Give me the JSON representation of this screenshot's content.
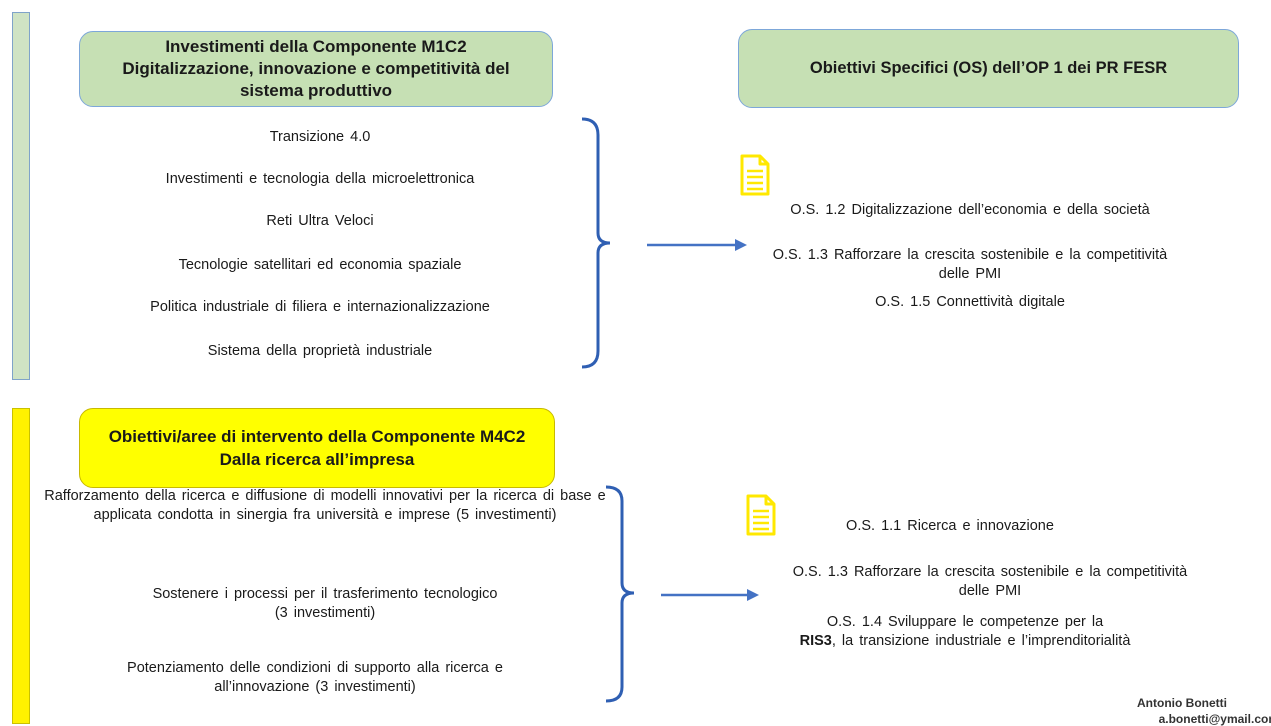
{
  "top": {
    "header": "Investimenti della Componente M1C2 Digitalizzazione, innovazione e competitività del sistema produttivo",
    "items": [
      "Transizione 4.0",
      "Investimenti e tecnologia della microelettronica",
      "Reti Ultra Veloci",
      "Tecnologie satellitari ed economia spaziale",
      "Politica industriale di filiera e internazionalizzazione",
      "Sistema della proprietà industriale"
    ],
    "objectives_header": "Obiettivi Specifici (OS) dell’OP 1 dei PR FESR",
    "objectives": [
      "O.S. 1.2 Digitalizzazione dell’economia e della società",
      "O.S. 1.3 Rafforzare la crescita sostenibile e la competitività delle PMI",
      "O.S. 1.5 Connettività digitale"
    ]
  },
  "bottom": {
    "header": "Obiettivi/aree di intervento della Componente M4C2 Dalla ricerca all’impresa",
    "items": [
      "Rafforzamento della ricerca e diffusione di modelli innovativi per la ricerca di base e applicata condotta in sinergia fra università e imprese (5 investimenti)",
      "Sostenere i processi per il trasferimento tecnologico (3 investimenti)",
      "Potenziamento delle condizioni di supporto alla ricerca e all’innovazione (3 investimenti)"
    ],
    "objectives": [
      "O.S. 1.1 Ricerca e innovazione",
      "O.S. 1.3 Rafforzare la crescita sostenibile e la competitività delle PMI",
      "O.S. 1.4 Sviluppare le competenze per la",
      "RIS3",
      ", la transizione industriale e l’imprenditorialità"
    ]
  },
  "footer": {
    "author": "Antonio Bonetti",
    "email": "a.bonetti@ymail.com"
  },
  "colors": {
    "green_fill": "#c6e0b4",
    "yellow_fill": "#ffff00",
    "bracket": "#2f5fb3",
    "arrow": "#4472c4",
    "icon": "#ffe800"
  },
  "icons": [
    "document-icon",
    "document-icon"
  ]
}
